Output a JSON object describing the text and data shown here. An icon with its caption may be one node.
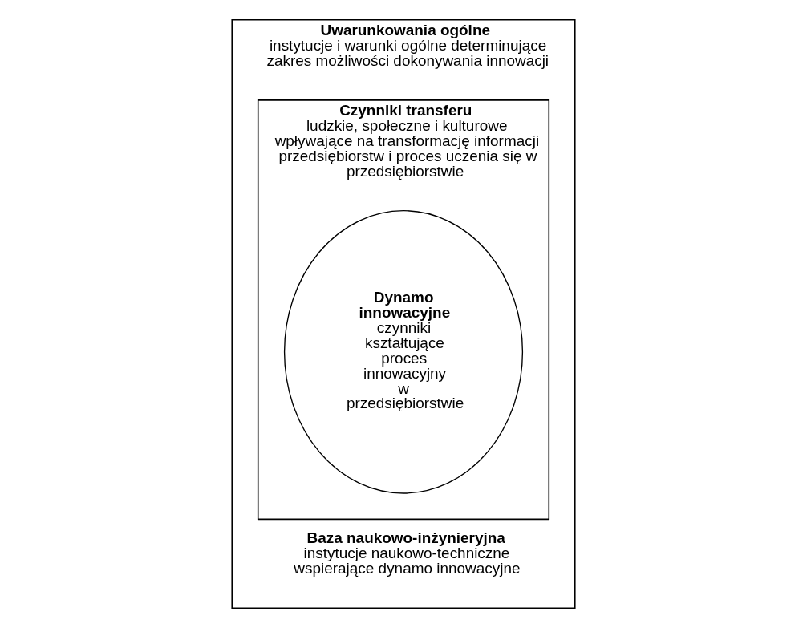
{
  "diagram": {
    "nodes": [
      {
        "text": [
          "Uwarunkowania ogólne",
          "instytucje i warunki ogólne determinujące zakres możliwości dokonywania innowacji"
        ]
      },
      {
        "text": [
          "Czynniki transferu",
          "ludzkie, społeczne i kulturowe wpływające na transformację informacji przedsiębiorstw i proces uczenia się w przedsiębiorstwie"
        ],
        "in": 0
      },
      {
        "text": [
          "Dynamo innowacyjne",
          "czynniki kształtujące proces innowacyjny w przedsiębiorstwie"
        ],
        "in": 1
      }
    ],
    "edges": [],
    "labels": [
      "Baza naukowo-inżynieryjna",
      "instytucje naukowo-techniczne wspierające dynamo innowacyjne"
    ]
  }
}
